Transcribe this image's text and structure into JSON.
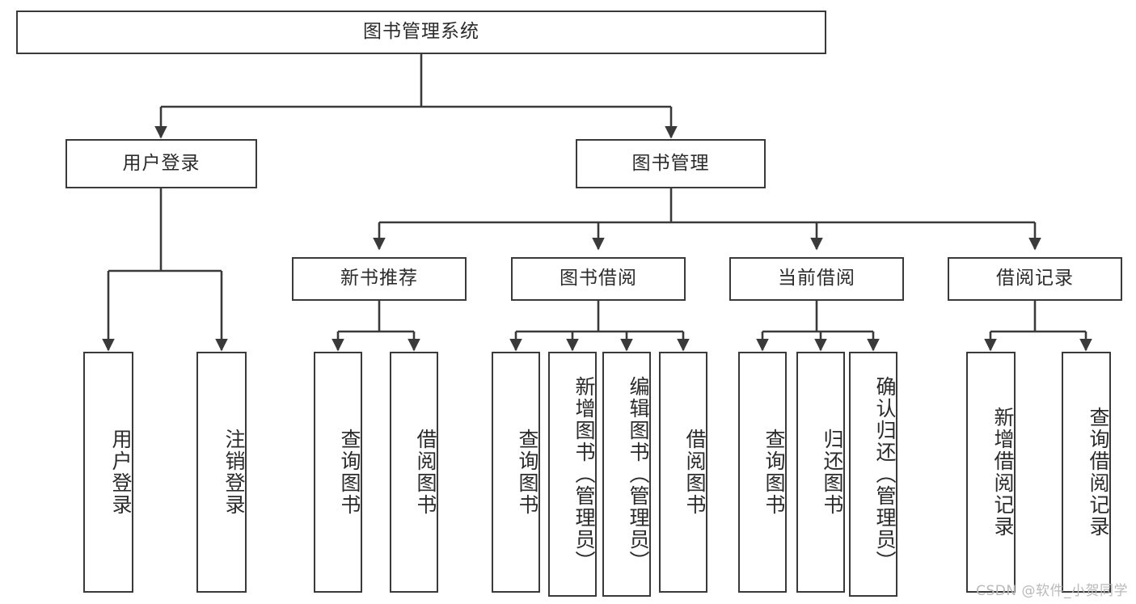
{
  "diagram": {
    "title": "图书管理系统",
    "type": "tree-hierarchy-diagram",
    "watermark": "CSDN @软件_小贺同学",
    "colors": {
      "stroke": "#3a3a3a",
      "fill": "#ffffff",
      "text": "#2b2b2b",
      "watermark": "#b9b9b9"
    },
    "levels": {
      "root": {
        "label": "图书管理系统"
      },
      "level2": [
        {
          "label": "用户登录"
        },
        {
          "label": "图书管理"
        }
      ],
      "level3": [
        {
          "label": "新书推荐"
        },
        {
          "label": "图书借阅"
        },
        {
          "label": "当前借阅"
        },
        {
          "label": "借阅记录"
        }
      ],
      "leaves": [
        {
          "label": "用户登录",
          "parent": "用户登录"
        },
        {
          "label": "注销登录",
          "parent": "用户登录"
        },
        {
          "label": "查询图书",
          "parent": "新书推荐"
        },
        {
          "label": "借阅图书",
          "parent": "新书推荐"
        },
        {
          "label": "查询图书",
          "parent": "图书借阅"
        },
        {
          "label": "新增图书（管理员）",
          "parent": "图书借阅"
        },
        {
          "label": "编辑图书（管理员）",
          "parent": "图书借阅"
        },
        {
          "label": "借阅图书",
          "parent": "图书借阅"
        },
        {
          "label": "查询图书",
          "parent": "当前借阅"
        },
        {
          "label": "归还图书",
          "parent": "当前借阅"
        },
        {
          "label": "确认归还（管理员）",
          "parent": "当前借阅"
        },
        {
          "label": "新增借阅记录",
          "parent": "借阅记录"
        },
        {
          "label": "查询借阅记录",
          "parent": "借阅记录"
        }
      ]
    }
  }
}
